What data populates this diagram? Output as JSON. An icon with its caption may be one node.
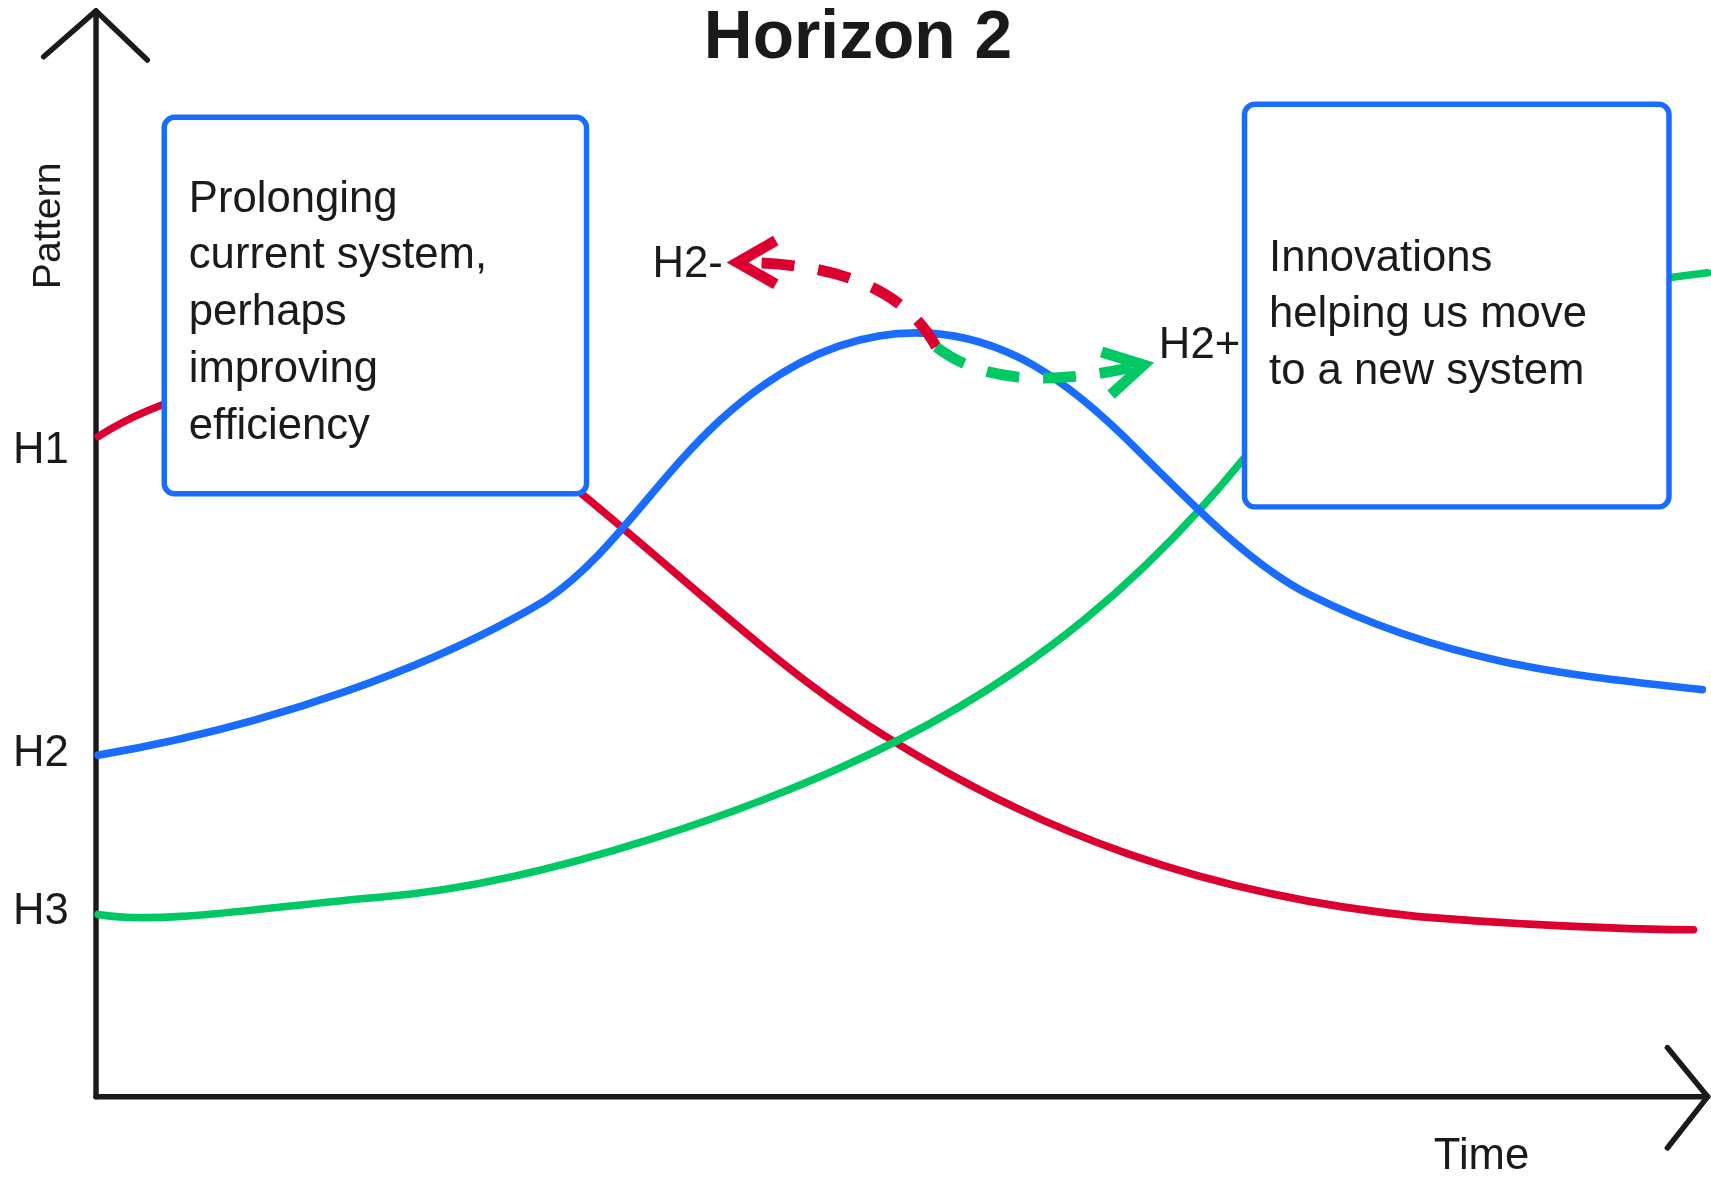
{
  "diagram": {
    "title": "Horizon 2",
    "nodes": [
      {
        "text": [
          "Prolonging current system, perhaps improving efficiency"
        ]
      },
      {
        "text": [
          "Innovations helping us move to a new system"
        ]
      },
      {
        "text": [
          "H2-"
        ]
      },
      {
        "text": [
          "H2+"
        ]
      }
    ],
    "edges": [
      {
        "from": null,
        "to": 2,
        "arrow": "to",
        "style": "dashed",
        "color": "#dc0030"
      },
      {
        "from": null,
        "to": 3,
        "arrow": "to",
        "style": "dashed",
        "color": "#00c864"
      }
    ],
    "labels": [
      "Pattern",
      "H1",
      "H2",
      "H3",
      "Time"
    ]
  }
}
